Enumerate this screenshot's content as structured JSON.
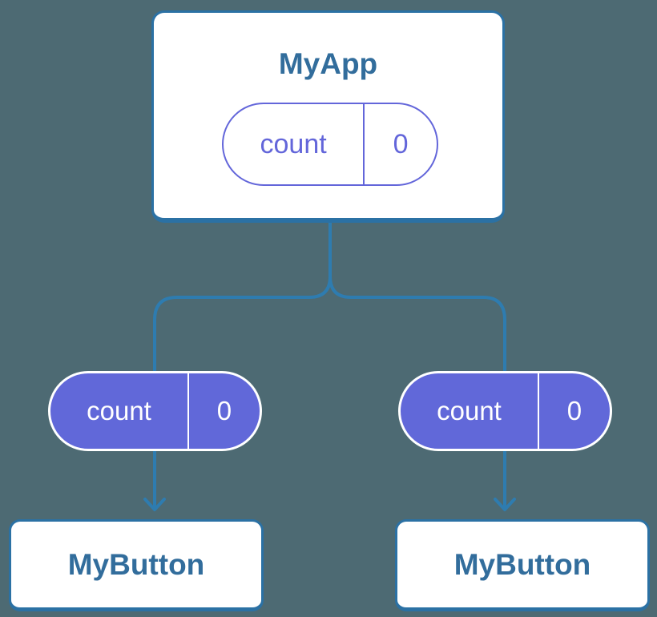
{
  "diagram": {
    "kind": "component-state-tree",
    "colors": {
      "background": "#4d6a73",
      "connector_blue": "#2e7cb0",
      "card_border_blue": "#2b71a4",
      "node_title_blue": "#326d9c",
      "state_purple_fill": "#6168d9",
      "state_purple_outline": "#6366da",
      "card_fill": "#ffffff"
    },
    "root": {
      "title": "MyApp",
      "state": {
        "name": "count",
        "value": "0"
      }
    },
    "children": [
      {
        "title": "MyButton",
        "state": {
          "name": "count",
          "value": "0"
        }
      },
      {
        "title": "MyButton",
        "state": {
          "name": "count",
          "value": "0"
        }
      }
    ]
  }
}
